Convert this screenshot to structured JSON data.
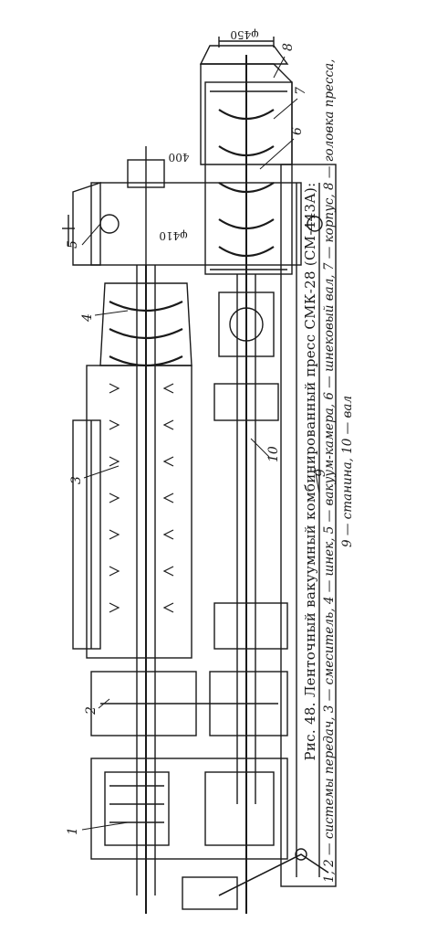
{
  "caption": {
    "title": "Рис. 48. Ленточный вакуумный комбинированный пресс СМК-28 (СМ-443А):",
    "legend_line1": "1, 2 — системы передач, 3 — смеситель, 4 — шнек, 5 — вакуум-камера, 6 — шнековый вал, 7 — корпус, 8 — головка пресса,",
    "legend_line2": "9 — станина, 10 — вал"
  },
  "dimensions": {
    "head_diameter": "φ450",
    "chamber_length": "400",
    "chamber_diameter": "φ410"
  },
  "callouts": [
    "1",
    "2",
    "3",
    "4",
    "5",
    "6",
    "7",
    "8",
    "9",
    "10"
  ],
  "colors": {
    "ink": "#1a1a1a",
    "paper": "#ffffff"
  }
}
